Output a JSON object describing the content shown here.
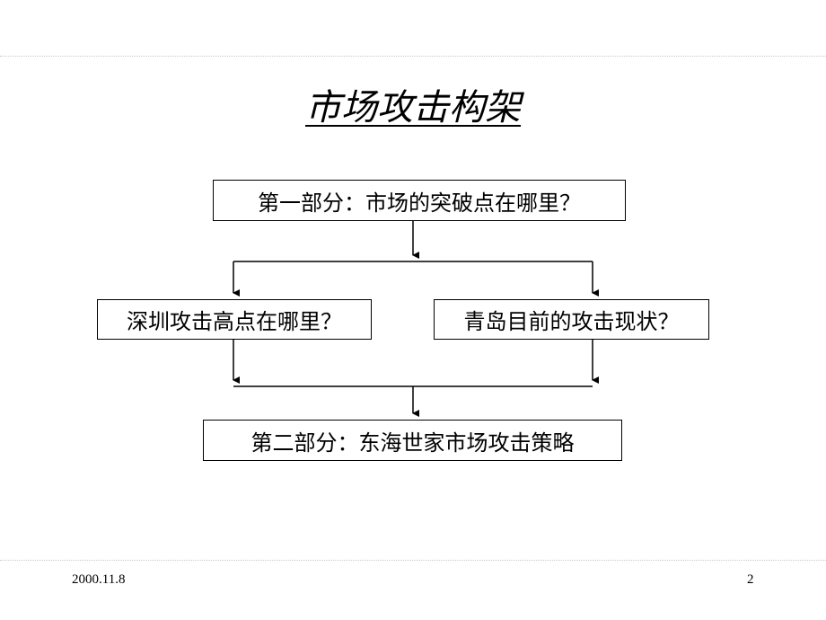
{
  "slide": {
    "title": "市场攻击构架",
    "footer_date": "2000.11.8",
    "page_number": "2"
  },
  "diagram": {
    "part1": "第一部分：市场的突破点在哪里？",
    "shenzhen": "深圳攻击高点在哪里？",
    "qingdao": "青岛目前的攻击现状？",
    "part2": "第二部分：东海世家市场攻击策略"
  },
  "colors": {
    "line": "#000000",
    "dotted_rule": "#c8c8c8",
    "background": "#ffffff"
  }
}
